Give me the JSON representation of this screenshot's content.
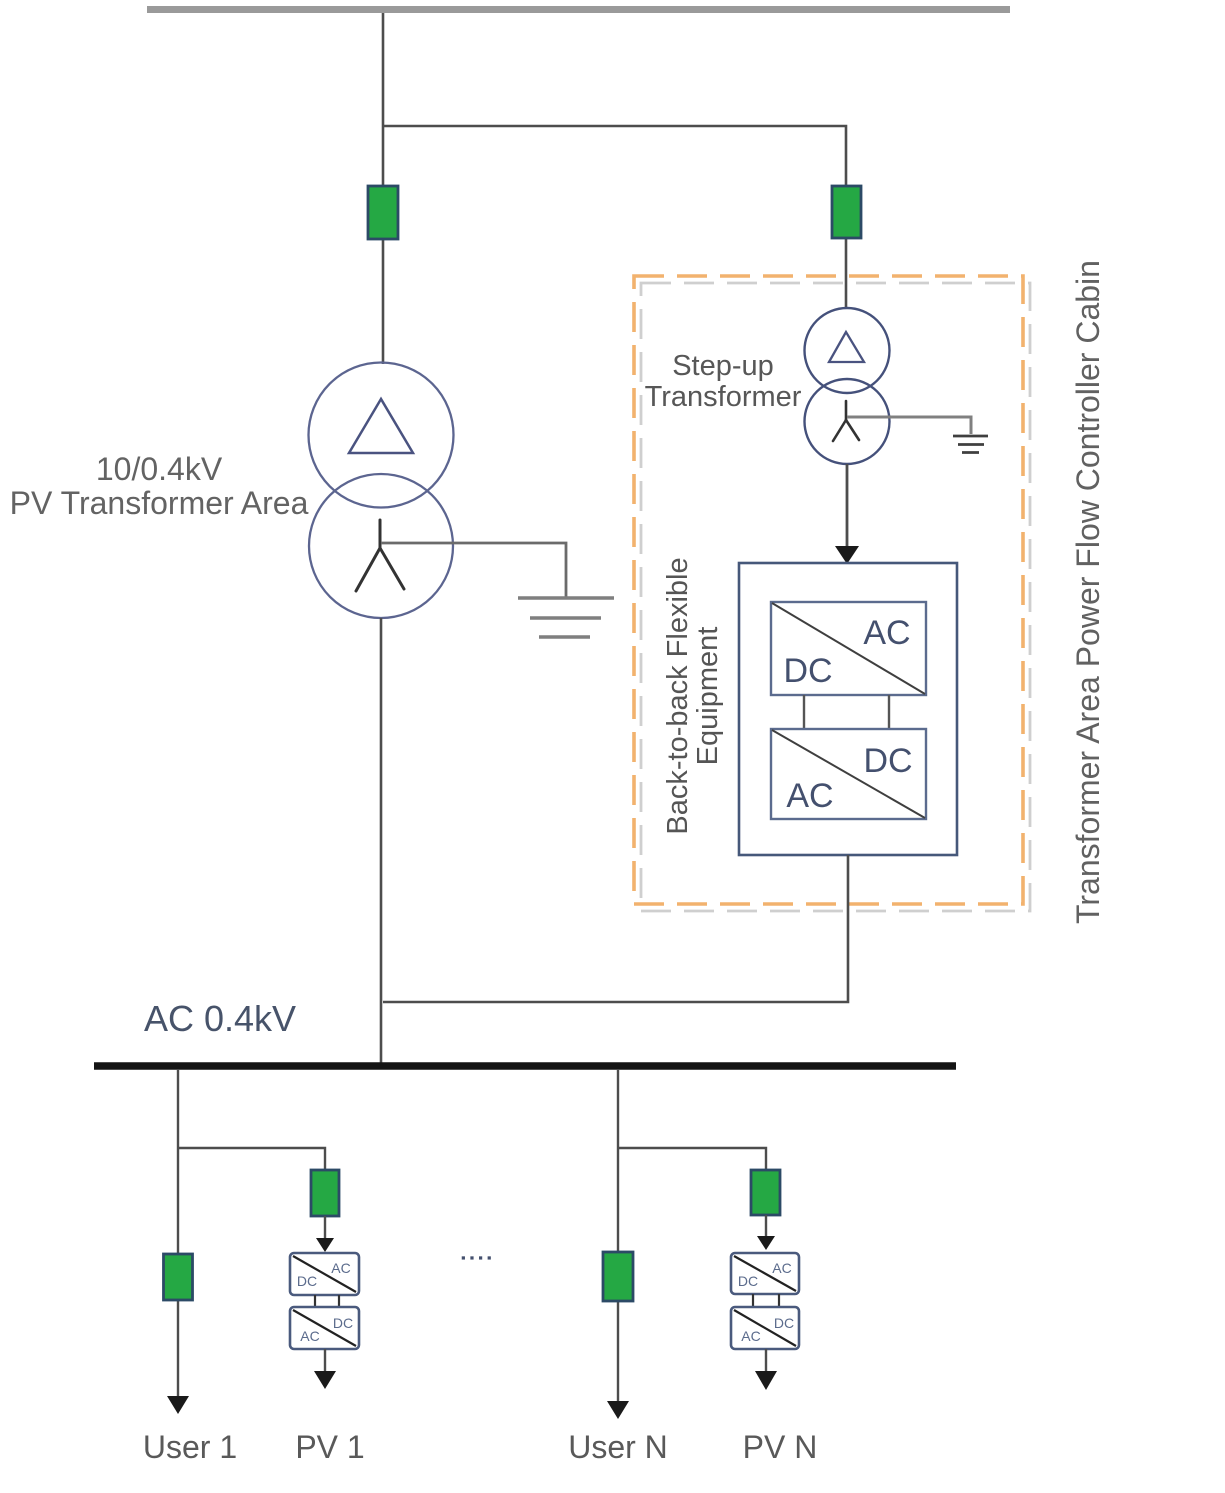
{
  "figure": {
    "type": "single-line electrical diagram",
    "description": "PV transformer area with transformer-area power flow controller cabin (back-to-back flexible equipment) feeding an AC 0.4kV bus with user and PV feeders"
  },
  "labels": {
    "pv_area": {
      "line1": "10/0.4kV",
      "line2": "PV Transformer Area"
    },
    "stepup": {
      "line1": "Step-up",
      "line2": "Transformer"
    },
    "b2b": {
      "line1": "Back-to-back Flexible",
      "line2": "Equipment"
    },
    "cabin": "Transformer Area Power Flow Controller Cabin",
    "bus": "AC 0.4kV",
    "dots": "▪▪▪▪",
    "feeders": [
      "User 1",
      "PV 1",
      "User N",
      "PV N"
    ]
  },
  "converters": {
    "main": [
      {
        "upper": "AC",
        "lower": "DC"
      },
      {
        "upper": "DC",
        "lower": "AC"
      }
    ],
    "pv1": [
      {
        "upper": "AC",
        "lower": "DC"
      },
      {
        "upper": "DC",
        "lower": "AC"
      }
    ],
    "pvn": [
      {
        "upper": "AC",
        "lower": "DC"
      },
      {
        "upper": "DC",
        "lower": "AC"
      }
    ]
  },
  "colors": {
    "breaker_green": "#25a844",
    "breaker_border": "#2c4a66",
    "dashed_box_orange": "#f2b26e",
    "dashed_box_shadow": "#cfcfcf",
    "line_gray": "#4d4d4d",
    "bus_black": "#141414",
    "top_bus_gray": "#9a9a9a",
    "symbol_navy": "#46587a",
    "transformer_circle": "#5c6590",
    "label_gray": "#5e5e5e"
  }
}
